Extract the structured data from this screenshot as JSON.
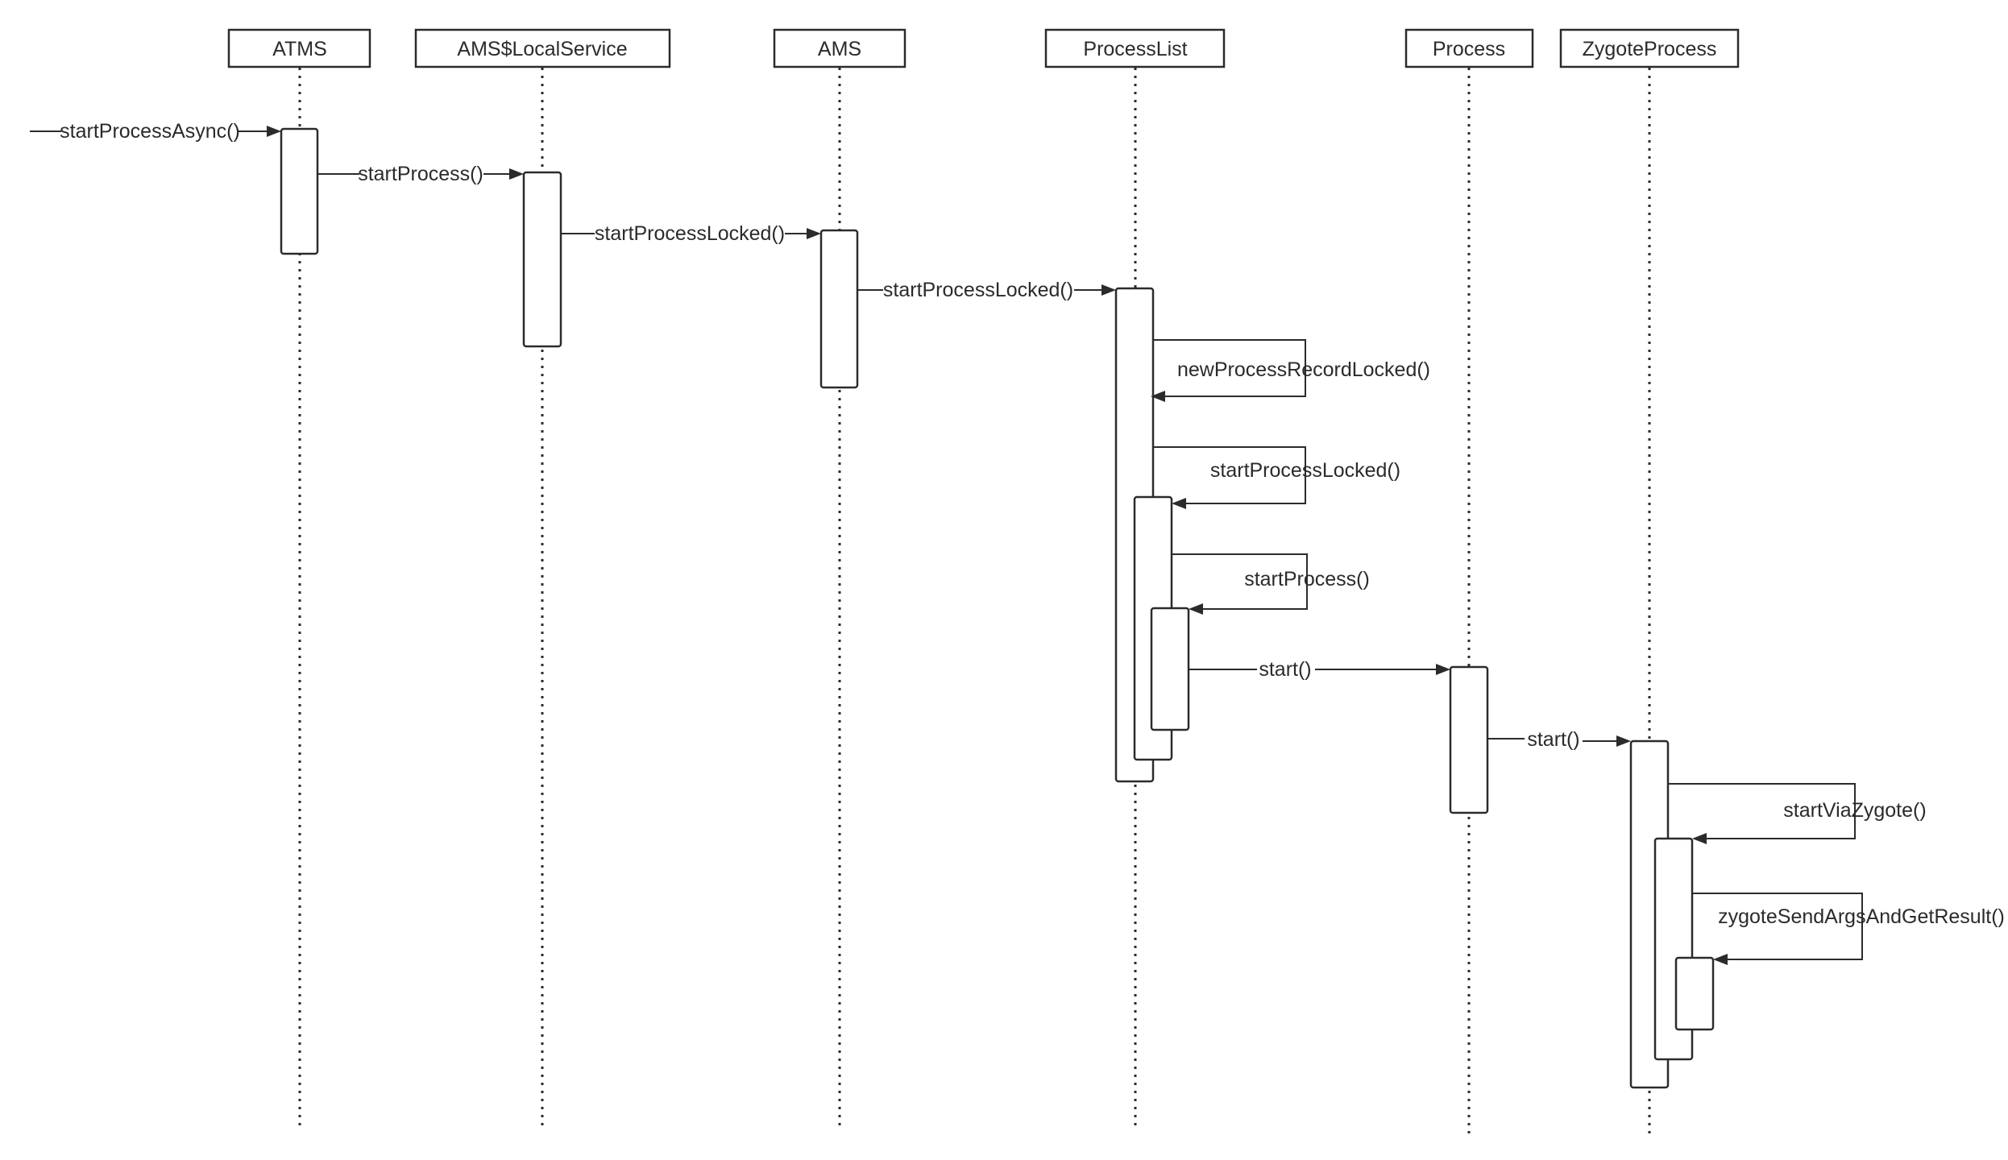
{
  "participants": [
    {
      "id": "atms",
      "label": "ATMS"
    },
    {
      "id": "ams-local",
      "label": "AMS$LocalService"
    },
    {
      "id": "ams",
      "label": "AMS"
    },
    {
      "id": "process-list",
      "label": "ProcessList"
    },
    {
      "id": "process",
      "label": "Process"
    },
    {
      "id": "zygote",
      "label": "ZygoteProcess"
    }
  ],
  "messages": [
    {
      "id": "m1",
      "label": "startProcessAsync()",
      "from": null,
      "to": "atms"
    },
    {
      "id": "m2",
      "label": "startProcess()",
      "from": "atms",
      "to": "ams-local"
    },
    {
      "id": "m3",
      "label": "startProcessLocked()",
      "from": "ams-local",
      "to": "ams"
    },
    {
      "id": "m4",
      "label": "startProcessLocked()",
      "from": "ams",
      "to": "process-list"
    },
    {
      "id": "m5",
      "label": "newProcessRecordLocked()",
      "from": "process-list",
      "to": "process-list"
    },
    {
      "id": "m6",
      "label": "startProcessLocked()",
      "from": "process-list",
      "to": "process-list"
    },
    {
      "id": "m7",
      "label": "startProcess()",
      "from": "process-list",
      "to": "process-list"
    },
    {
      "id": "m8",
      "label": "start()",
      "from": "process-list",
      "to": "process"
    },
    {
      "id": "m9",
      "label": "start()",
      "from": "process",
      "to": "zygote"
    },
    {
      "id": "m10",
      "label": "startViaZygote()",
      "from": "zygote",
      "to": "zygote"
    },
    {
      "id": "m11",
      "label": "zygoteSendArgsAndGetResult()",
      "from": "zygote",
      "to": "zygote"
    }
  ]
}
